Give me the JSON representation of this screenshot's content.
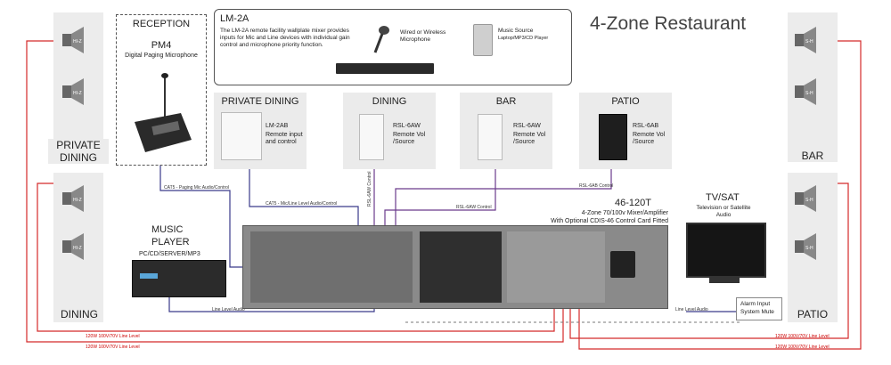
{
  "title": "4-Zone Restaurant",
  "reception": {
    "heading": "RECEPTION",
    "model": "PM4",
    "description": "Digital Paging Microphone"
  },
  "lm2a": {
    "heading": "LM-2A",
    "description": "The LM-2A remote facility wallplate mixer provides inputs for Mic and Line devices with individual gain control and microphone priority function.",
    "mic_label": "Wired or Wireless Microphone",
    "music_label": "Music Source",
    "music_sub": "Laptop/MP3/CD Player"
  },
  "zones": {
    "private_dining": "PRIVATE DINING",
    "dining": "DINING",
    "bar": "BAR",
    "patio": "PATIO"
  },
  "speaker_badges": {
    "left": "HI-Z",
    "right": "S-H"
  },
  "plates": [
    {
      "title": "PRIVATE DINING",
      "model": "LM-2AB",
      "desc": "Remote input and control"
    },
    {
      "title": "DINING",
      "model": "RSL-6AW",
      "desc": "Remote Vol /Source"
    },
    {
      "title": "BAR",
      "model": "RSL-6AW",
      "desc": "Remote Vol /Source"
    },
    {
      "title": "PATIO",
      "model": "RSL-6AB",
      "desc": "Remote Vol /Source"
    }
  ],
  "amplifier": {
    "model": "46-120T",
    "line1": "4-Zone 70/100v Mixer/Amplifier",
    "line2": "With Optional CDIS-46 Control Card Fitted"
  },
  "music_player": {
    "heading_1": "MUSIC",
    "heading_2": "PLAYER",
    "sub": "PC/CD/SERVER/MP3"
  },
  "tv": {
    "heading": "TV/SAT",
    "sub_1": "Television or Satellite",
    "sub_2": "Audio"
  },
  "alarm": {
    "line1": "Alarm Input",
    "line2": "System Mute"
  },
  "wires": {
    "paging": "CAT5 - Paging Mic Audio/Control",
    "mic_line": "CAT5 - Mic/Line Level Audio/Control",
    "rsl_dining": "RSL-6AW Control",
    "rsl_bar": "RSL-6AW Control",
    "rsl_patio": "RSL-6AB Control",
    "line_audio_left": "Line Level Audio",
    "line_audio_right": "Line Level Audio",
    "speaker_line": "120W 100V/70V Line Level"
  },
  "colors": {
    "speaker_wire": "#d42a2a",
    "control_wire": "#3a3a8a",
    "rsl_wire": "#6b3b8c",
    "zone_box": "#ececec"
  }
}
